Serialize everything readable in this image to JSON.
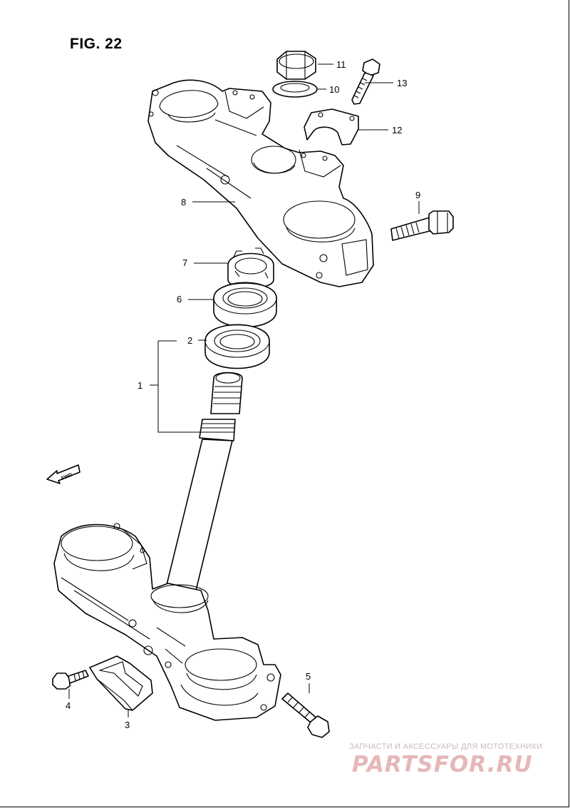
{
  "figure": {
    "title": "FIG. 22"
  },
  "parts": [
    {
      "ref": "1",
      "name": "steering-stem"
    },
    {
      "ref": "2",
      "name": "lower-bearing"
    },
    {
      "ref": "3",
      "name": "brake-hose-guide"
    },
    {
      "ref": "4",
      "name": "guide-bolt"
    },
    {
      "ref": "5",
      "name": "clamp-bolt-lower"
    },
    {
      "ref": "6",
      "name": "upper-bearing"
    },
    {
      "ref": "7",
      "name": "stem-lock-nut"
    },
    {
      "ref": "8",
      "name": "upper-bracket"
    },
    {
      "ref": "9",
      "name": "clamp-bolt-upper"
    },
    {
      "ref": "10",
      "name": "washer"
    },
    {
      "ref": "11",
      "name": "stem-head-nut"
    },
    {
      "ref": "12",
      "name": "handlebar-holder"
    },
    {
      "ref": "13",
      "name": "holder-bolt"
    }
  ],
  "direction_arrow": {
    "label": "FWD",
    "icon": "fwd-arrow-icon"
  },
  "watermark": {
    "caption": "ЗАПЧАСТИ И АКСЕССУАРЫ ДЛЯ МОТОТЕХНИКИ",
    "logo": "PARTSFOR.RU",
    "color": "#e6b7b7"
  }
}
